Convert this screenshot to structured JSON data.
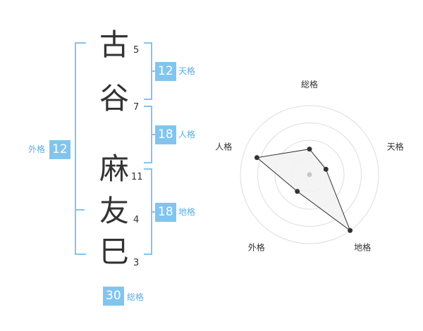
{
  "name": {
    "chars": [
      {
        "char": "古",
        "strokes": "5"
      },
      {
        "char": "谷",
        "strokes": "7"
      },
      {
        "char": "麻",
        "strokes": "11"
      },
      {
        "char": "友",
        "strokes": "4"
      },
      {
        "char": "巳",
        "strokes": "3"
      }
    ]
  },
  "fortunes": {
    "tenkaku": {
      "value": "12",
      "label": "天格"
    },
    "jinkaku": {
      "value": "18",
      "label": "人格"
    },
    "chikaku": {
      "value": "18",
      "label": "地格"
    },
    "gaikaku": {
      "value": "12",
      "label": "外格"
    },
    "soukaku": {
      "value": "30",
      "label": "総格"
    }
  },
  "chart_data": {
    "type": "radar",
    "axes": [
      "総格",
      "天格",
      "地格",
      "外格",
      "人格"
    ],
    "values": [
      0.37,
      0.25,
      1.0,
      0.3,
      0.8
    ],
    "rmax": 1.0,
    "rings": 4,
    "colors": {
      "ring": "#dddddd",
      "fill": "#f2f2f2",
      "line": "#333333",
      "point": "#333333",
      "center": "#c8c8c8"
    }
  },
  "colors": {
    "accent": "#81c5ee"
  }
}
